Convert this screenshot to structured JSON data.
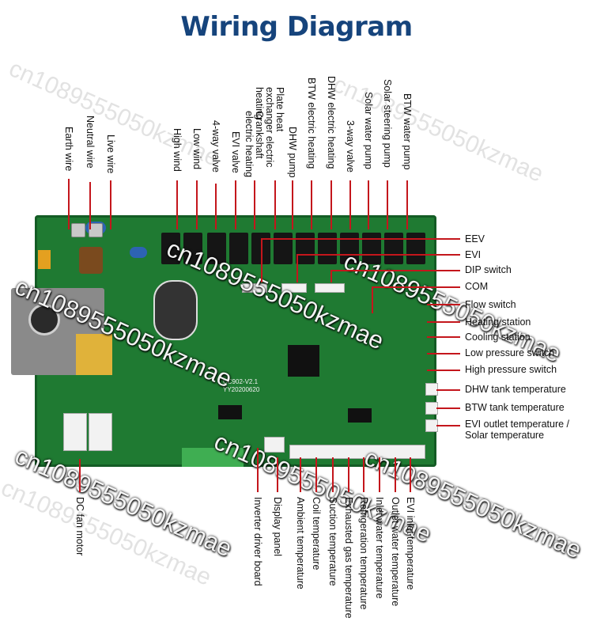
{
  "title": "Wiring Diagram",
  "watermark": "cn1089555050kzmae",
  "board": {
    "model_line1": "CC902-V2.1",
    "model_line2": "YY20200620",
    "colors": {
      "pcb": "#1f7a32",
      "relay": "#151515",
      "callout": "#c4161c",
      "title": "#16447c"
    }
  },
  "top_labels": [
    "Earth wire",
    "Neutral wire",
    "Live wire",
    "High wind",
    "Low wind",
    "4-way valve",
    "EVI valve",
    "Crankshaft electric heating",
    "Plate heat exchanger electric heating",
    "DHW pump",
    "BTW electric heating",
    "DHW electric heating",
    "3-way valve",
    "Solar water pump",
    "Solar steering pump",
    "BTW water pump"
  ],
  "right_labels": [
    "EEV",
    "EVI",
    "DIP switch",
    "COM",
    "Flow switch",
    "Heating station",
    "Cooling station",
    "Low pressure switch",
    "High pressure switch",
    "DHW tank temperature",
    "BTW tank temperature",
    "EVI outlet temperature / Solar temperature"
  ],
  "bottom_labels": [
    "DC fan motor",
    "Inverter driver board",
    "Display panel",
    "Ambient temperature",
    "Coil temperature",
    "Suction temperature",
    "Exhausted gas temperature",
    "Refrigeration temperature",
    "Inlet water temperature",
    "Outlet water temperature",
    "EVI inlet temperature"
  ]
}
